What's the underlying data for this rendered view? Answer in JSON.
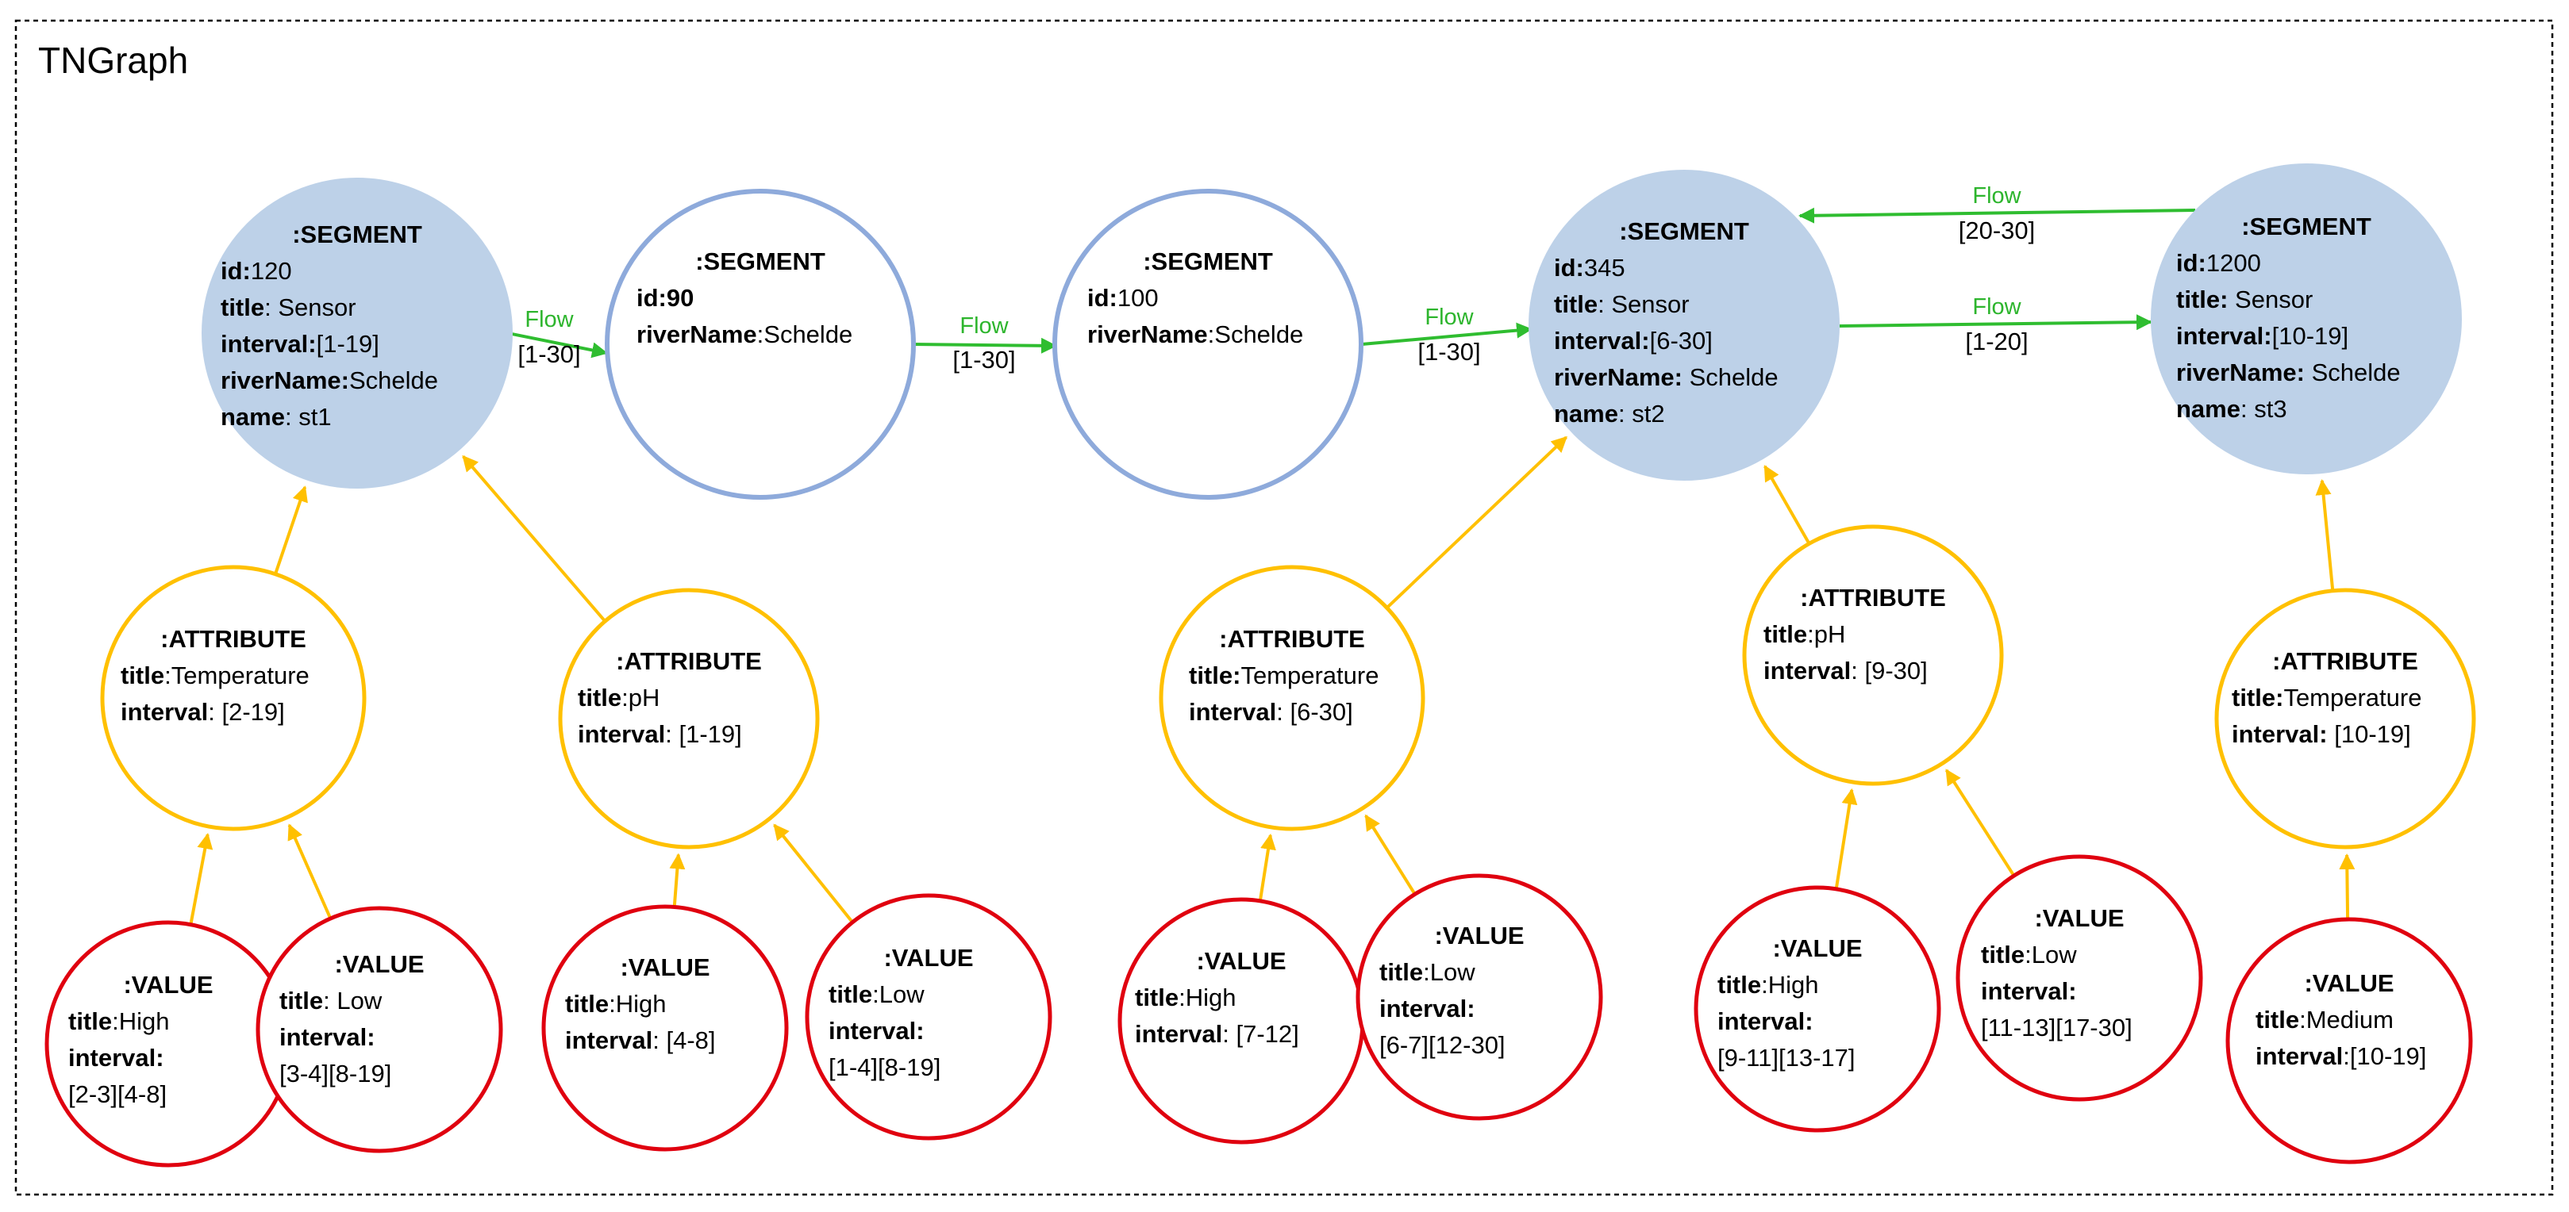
{
  "diagram_title": "TNGraph",
  "colors": {
    "segment_fill": "#bdd1e8",
    "segment_outline": "#8eaadb",
    "attribute_stroke": "#ffc000",
    "value_stroke": "#e0000f",
    "flow_edge": "#2fbd30",
    "attr_edge": "#ffc000",
    "frame": "#000000"
  },
  "segments": [
    {
      "key": "seg120",
      "style": "filled",
      "lines": [
        [
          {
            "b": true,
            "t": ":SEGMENT"
          }
        ],
        [
          {
            "b": true,
            "t": "id:"
          },
          {
            "b": false,
            "t": "120"
          }
        ],
        [
          {
            "b": true,
            "t": "title"
          },
          {
            "b": false,
            "t": ": Sensor"
          }
        ],
        [
          {
            "b": true,
            "t": "interval:"
          },
          {
            "b": false,
            "t": "[1-19]"
          }
        ],
        [
          {
            "b": true,
            "t": "riverName:"
          },
          {
            "b": false,
            "t": "Schelde"
          }
        ],
        [
          {
            "b": true,
            "t": "name"
          },
          {
            "b": false,
            "t": ": st1"
          }
        ]
      ]
    },
    {
      "key": "seg90",
      "style": "outline",
      "lines": [
        [
          {
            "b": true,
            "t": ":SEGMENT"
          }
        ],
        [
          {
            "b": true,
            "t": "id:90"
          }
        ],
        [
          {
            "b": true,
            "t": "riverName"
          },
          {
            "b": false,
            "t": ":Schelde"
          }
        ]
      ]
    },
    {
      "key": "seg100",
      "style": "outline",
      "lines": [
        [
          {
            "b": true,
            "t": ":SEGMENT"
          }
        ],
        [
          {
            "b": true,
            "t": "id:"
          },
          {
            "b": false,
            "t": "100"
          }
        ],
        [
          {
            "b": true,
            "t": "riverName"
          },
          {
            "b": false,
            "t": ":Schelde"
          }
        ]
      ]
    },
    {
      "key": "seg345",
      "style": "filled",
      "lines": [
        [
          {
            "b": true,
            "t": ":SEGMENT"
          }
        ],
        [
          {
            "b": true,
            "t": "id:"
          },
          {
            "b": false,
            "t": "345"
          }
        ],
        [
          {
            "b": true,
            "t": "title"
          },
          {
            "b": false,
            "t": ": Sensor"
          }
        ],
        [
          {
            "b": true,
            "t": "interval:"
          },
          {
            "b": false,
            "t": "[6-30]"
          }
        ],
        [
          {
            "b": true,
            "t": "riverName:"
          },
          {
            "b": false,
            "t": " Schelde"
          }
        ],
        [
          {
            "b": true,
            "t": "name"
          },
          {
            "b": false,
            "t": ": st2"
          }
        ]
      ]
    },
    {
      "key": "seg1200",
      "style": "filled",
      "lines": [
        [
          {
            "b": true,
            "t": ":SEGMENT"
          }
        ],
        [
          {
            "b": true,
            "t": "id:"
          },
          {
            "b": false,
            "t": "1200"
          }
        ],
        [
          {
            "b": true,
            "t": "title:"
          },
          {
            "b": false,
            "t": " Sensor"
          }
        ],
        [
          {
            "b": true,
            "t": "interval:"
          },
          {
            "b": false,
            "t": "[10-19]"
          }
        ],
        [
          {
            "b": true,
            "t": "riverName:"
          },
          {
            "b": false,
            "t": " Schelde"
          }
        ],
        [
          {
            "b": true,
            "t": "name"
          },
          {
            "b": false,
            "t": ": st3"
          }
        ]
      ]
    }
  ],
  "attributes": [
    {
      "key": "a1",
      "lines": [
        [
          {
            "b": true,
            "t": ":ATTRIBUTE"
          }
        ],
        [
          {
            "b": true,
            "t": "title"
          },
          {
            "b": false,
            "t": ":Temperature"
          }
        ],
        [
          {
            "b": true,
            "t": "interval"
          },
          {
            "b": false,
            "t": ": [2-19]"
          }
        ]
      ]
    },
    {
      "key": "a2",
      "lines": [
        [
          {
            "b": true,
            "t": ":ATTRIBUTE"
          }
        ],
        [
          {
            "b": true,
            "t": "title"
          },
          {
            "b": false,
            "t": ":pH"
          }
        ],
        [
          {
            "b": true,
            "t": "interval"
          },
          {
            "b": false,
            "t": ": [1-19]"
          }
        ]
      ]
    },
    {
      "key": "a3",
      "lines": [
        [
          {
            "b": true,
            "t": ":ATTRIBUTE"
          }
        ],
        [
          {
            "b": true,
            "t": "title:"
          },
          {
            "b": false,
            "t": "Temperature"
          }
        ],
        [
          {
            "b": true,
            "t": "interval"
          },
          {
            "b": false,
            "t": ": [6-30]"
          }
        ]
      ]
    },
    {
      "key": "a4",
      "lines": [
        [
          {
            "b": true,
            "t": ":ATTRIBUTE"
          }
        ],
        [
          {
            "b": true,
            "t": "title"
          },
          {
            "b": false,
            "t": ":pH"
          }
        ],
        [
          {
            "b": true,
            "t": "interval"
          },
          {
            "b": false,
            "t": ": [9-30]"
          }
        ]
      ]
    },
    {
      "key": "a5",
      "lines": [
        [
          {
            "b": true,
            "t": ":ATTRIBUTE"
          }
        ],
        [
          {
            "b": true,
            "t": "title:"
          },
          {
            "b": false,
            "t": "Temperature"
          }
        ],
        [
          {
            "b": true,
            "t": "interval:"
          },
          {
            "b": false,
            "t": " [10-19]"
          }
        ]
      ]
    }
  ],
  "values": [
    {
      "key": "v1",
      "lines": [
        [
          {
            "b": true,
            "t": ":VALUE"
          }
        ],
        [
          {
            "b": true,
            "t": "title"
          },
          {
            "b": false,
            "t": ":High"
          }
        ],
        [
          {
            "b": true,
            "t": "interval:"
          }
        ],
        [
          {
            "b": false,
            "t": "[2-3][4-8]"
          }
        ]
      ]
    },
    {
      "key": "v2",
      "lines": [
        [
          {
            "b": true,
            "t": ":VALUE"
          }
        ],
        [
          {
            "b": true,
            "t": "title"
          },
          {
            "b": false,
            "t": ": Low"
          }
        ],
        [
          {
            "b": true,
            "t": "interval:"
          }
        ],
        [
          {
            "b": false,
            "t": "[3-4][8-19]"
          }
        ]
      ]
    },
    {
      "key": "v3",
      "lines": [
        [
          {
            "b": true,
            "t": ":VALUE"
          }
        ],
        [
          {
            "b": true,
            "t": "title"
          },
          {
            "b": false,
            "t": ":High"
          }
        ],
        [
          {
            "b": true,
            "t": "interval"
          },
          {
            "b": false,
            "t": ": [4-8]"
          }
        ]
      ]
    },
    {
      "key": "v4",
      "lines": [
        [
          {
            "b": true,
            "t": ":VALUE"
          }
        ],
        [
          {
            "b": true,
            "t": "title"
          },
          {
            "b": false,
            "t": ":Low"
          }
        ],
        [
          {
            "b": true,
            "t": "interval:"
          }
        ],
        [
          {
            "b": false,
            "t": "[1-4][8-19]"
          }
        ]
      ]
    },
    {
      "key": "v5",
      "lines": [
        [
          {
            "b": true,
            "t": ":VALUE"
          }
        ],
        [
          {
            "b": true,
            "t": "title"
          },
          {
            "b": false,
            "t": ":High"
          }
        ],
        [
          {
            "b": true,
            "t": "interval"
          },
          {
            "b": false,
            "t": ": [7-12]"
          }
        ]
      ]
    },
    {
      "key": "v6",
      "lines": [
        [
          {
            "b": true,
            "t": ":VALUE"
          }
        ],
        [
          {
            "b": true,
            "t": "title"
          },
          {
            "b": false,
            "t": ":Low"
          }
        ],
        [
          {
            "b": true,
            "t": "interval:"
          }
        ],
        [
          {
            "b": false,
            "t": "[6-7][12-30]"
          }
        ]
      ]
    },
    {
      "key": "v7",
      "lines": [
        [
          {
            "b": true,
            "t": ":VALUE"
          }
        ],
        [
          {
            "b": true,
            "t": "title"
          },
          {
            "b": false,
            "t": ":High"
          }
        ],
        [
          {
            "b": true,
            "t": "interval:"
          }
        ],
        [
          {
            "b": false,
            "t": "[9-11][13-17]"
          }
        ]
      ]
    },
    {
      "key": "v8",
      "lines": [
        [
          {
            "b": true,
            "t": ":VALUE"
          }
        ],
        [
          {
            "b": true,
            "t": "title"
          },
          {
            "b": false,
            "t": ":Low"
          }
        ],
        [
          {
            "b": true,
            "t": "interval:"
          }
        ],
        [
          {
            "b": false,
            "t": "[11-13][17-30]"
          }
        ]
      ]
    },
    {
      "key": "v9",
      "lines": [
        [
          {
            "b": true,
            "t": ":VALUE"
          }
        ],
        [
          {
            "b": true,
            "t": "title"
          },
          {
            "b": false,
            "t": ":Medium"
          }
        ],
        [
          {
            "b": true,
            "t": "interval"
          },
          {
            "b": false,
            "t": ":[10-19]"
          }
        ]
      ]
    }
  ],
  "flow_edges": [
    {
      "key": "f1",
      "from": "seg120",
      "to": "seg90",
      "label": "Flow",
      "interval": "[1-30]"
    },
    {
      "key": "f2",
      "from": "seg90",
      "to": "seg100",
      "label": "Flow",
      "interval": "[1-30]"
    },
    {
      "key": "f3",
      "from": "seg100",
      "to": "seg345",
      "label": "Flow",
      "interval": "[1-30]"
    },
    {
      "key": "f4",
      "from": "seg345",
      "to": "seg1200",
      "label": "Flow",
      "interval": "[1-20]"
    },
    {
      "key": "f5",
      "from": "seg1200",
      "to": "seg345",
      "label": "Flow",
      "interval": "[20-30]"
    }
  ],
  "attribute_edges": [
    {
      "from": "a1",
      "to": "seg120"
    },
    {
      "from": "a2",
      "to": "seg120"
    },
    {
      "from": "a3",
      "to": "seg345"
    },
    {
      "from": "a4",
      "to": "seg345"
    },
    {
      "from": "a5",
      "to": "seg1200"
    },
    {
      "from": "v1",
      "to": "a1"
    },
    {
      "from": "v2",
      "to": "a1"
    },
    {
      "from": "v3",
      "to": "a2"
    },
    {
      "from": "v4",
      "to": "a2"
    },
    {
      "from": "v5",
      "to": "a3"
    },
    {
      "from": "v6",
      "to": "a3"
    },
    {
      "from": "v7",
      "to": "a4"
    },
    {
      "from": "v8",
      "to": "a4"
    },
    {
      "from": "v9",
      "to": "a5"
    }
  ]
}
